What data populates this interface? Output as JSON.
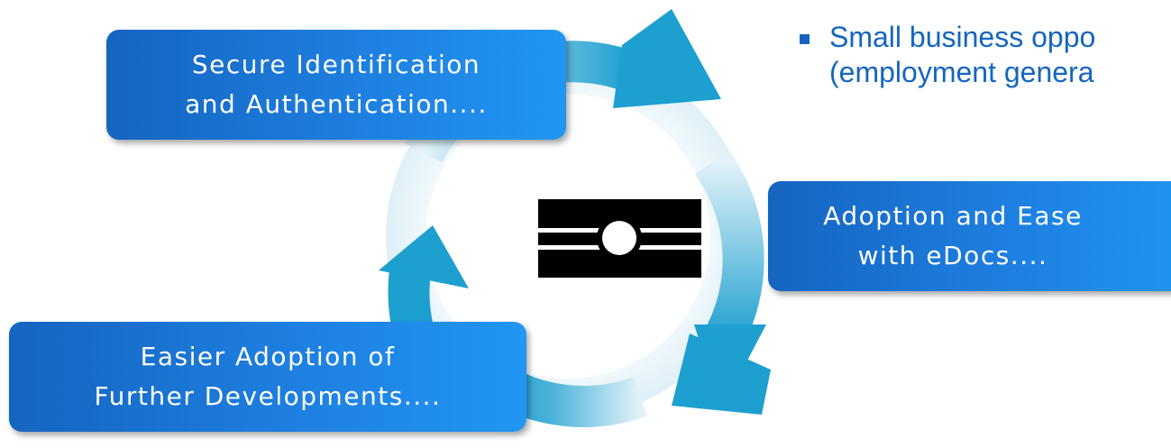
{
  "diagram": {
    "colors": {
      "arrow_dark": "#1fa0d0",
      "arrow_light": "#d8eef6",
      "box_start": "#1565c0",
      "box_end": "#2196f3",
      "bullet_text": "#1565c0",
      "icon": "#000000"
    },
    "center_icon": "mobile-id-card-icon",
    "boxes": {
      "secure": {
        "line1": "Secure Identification",
        "line2": "and Authentication...."
      },
      "adoption": {
        "line1": "Adoption and Ease",
        "line2": "with eDocs...."
      },
      "easier": {
        "line1": "Easier Adoption of",
        "line2": "Further Developments...."
      }
    },
    "bullet": {
      "line1": "Small business oppo",
      "line2": "(employment genera"
    }
  }
}
